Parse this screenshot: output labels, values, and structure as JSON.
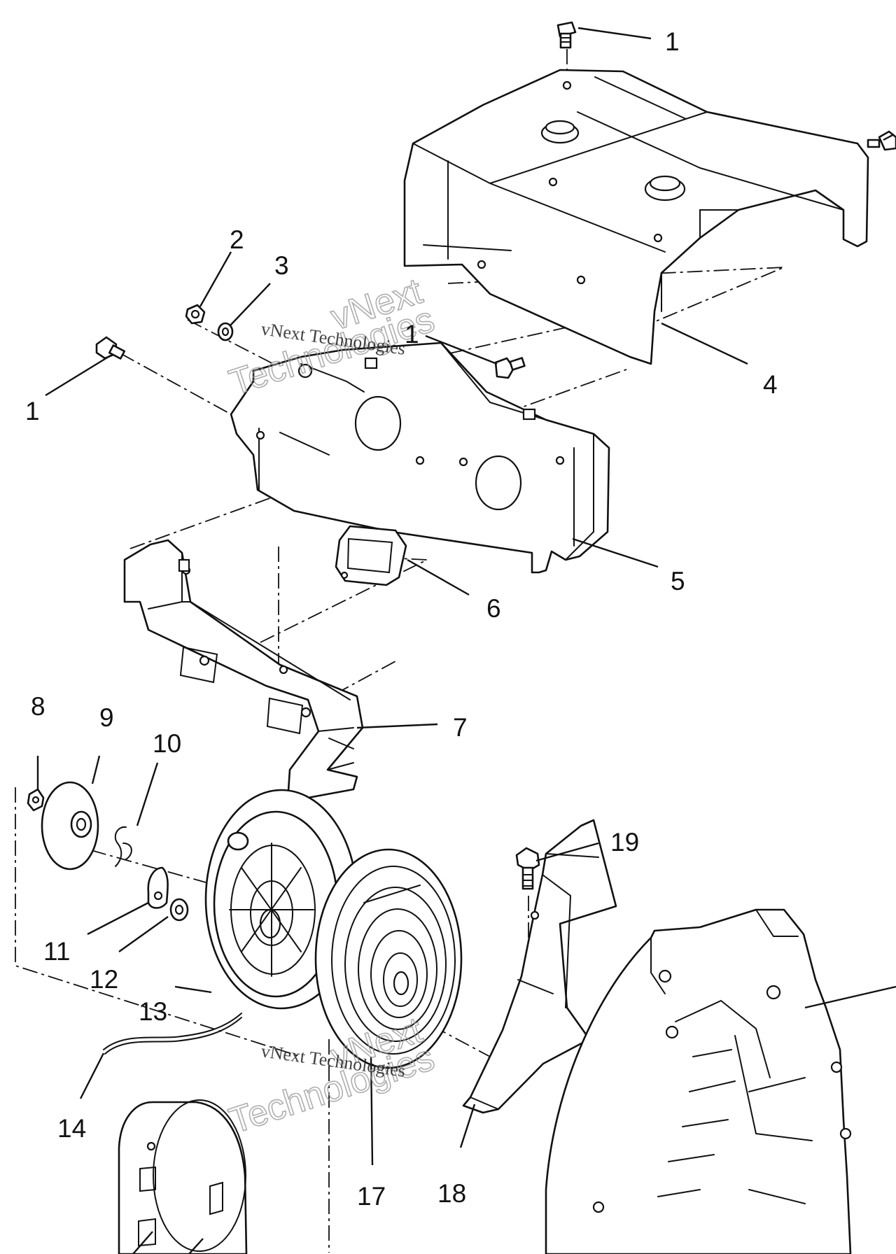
{
  "watermark": {
    "brand": "vNext",
    "word": "Technologies",
    "full": "vNext Technologies"
  },
  "callouts": {
    "c1a": "1",
    "c1b": "1",
    "c1c": "1",
    "c2": "2",
    "c3": "3",
    "c4": "4",
    "c5": "5",
    "c6": "6",
    "c7": "7",
    "c8": "8",
    "c9": "9",
    "c10": "10",
    "c11": "11",
    "c12": "12",
    "c13": "13",
    "c14": "14",
    "c17": "17",
    "c18": "18",
    "c19": "19"
  }
}
